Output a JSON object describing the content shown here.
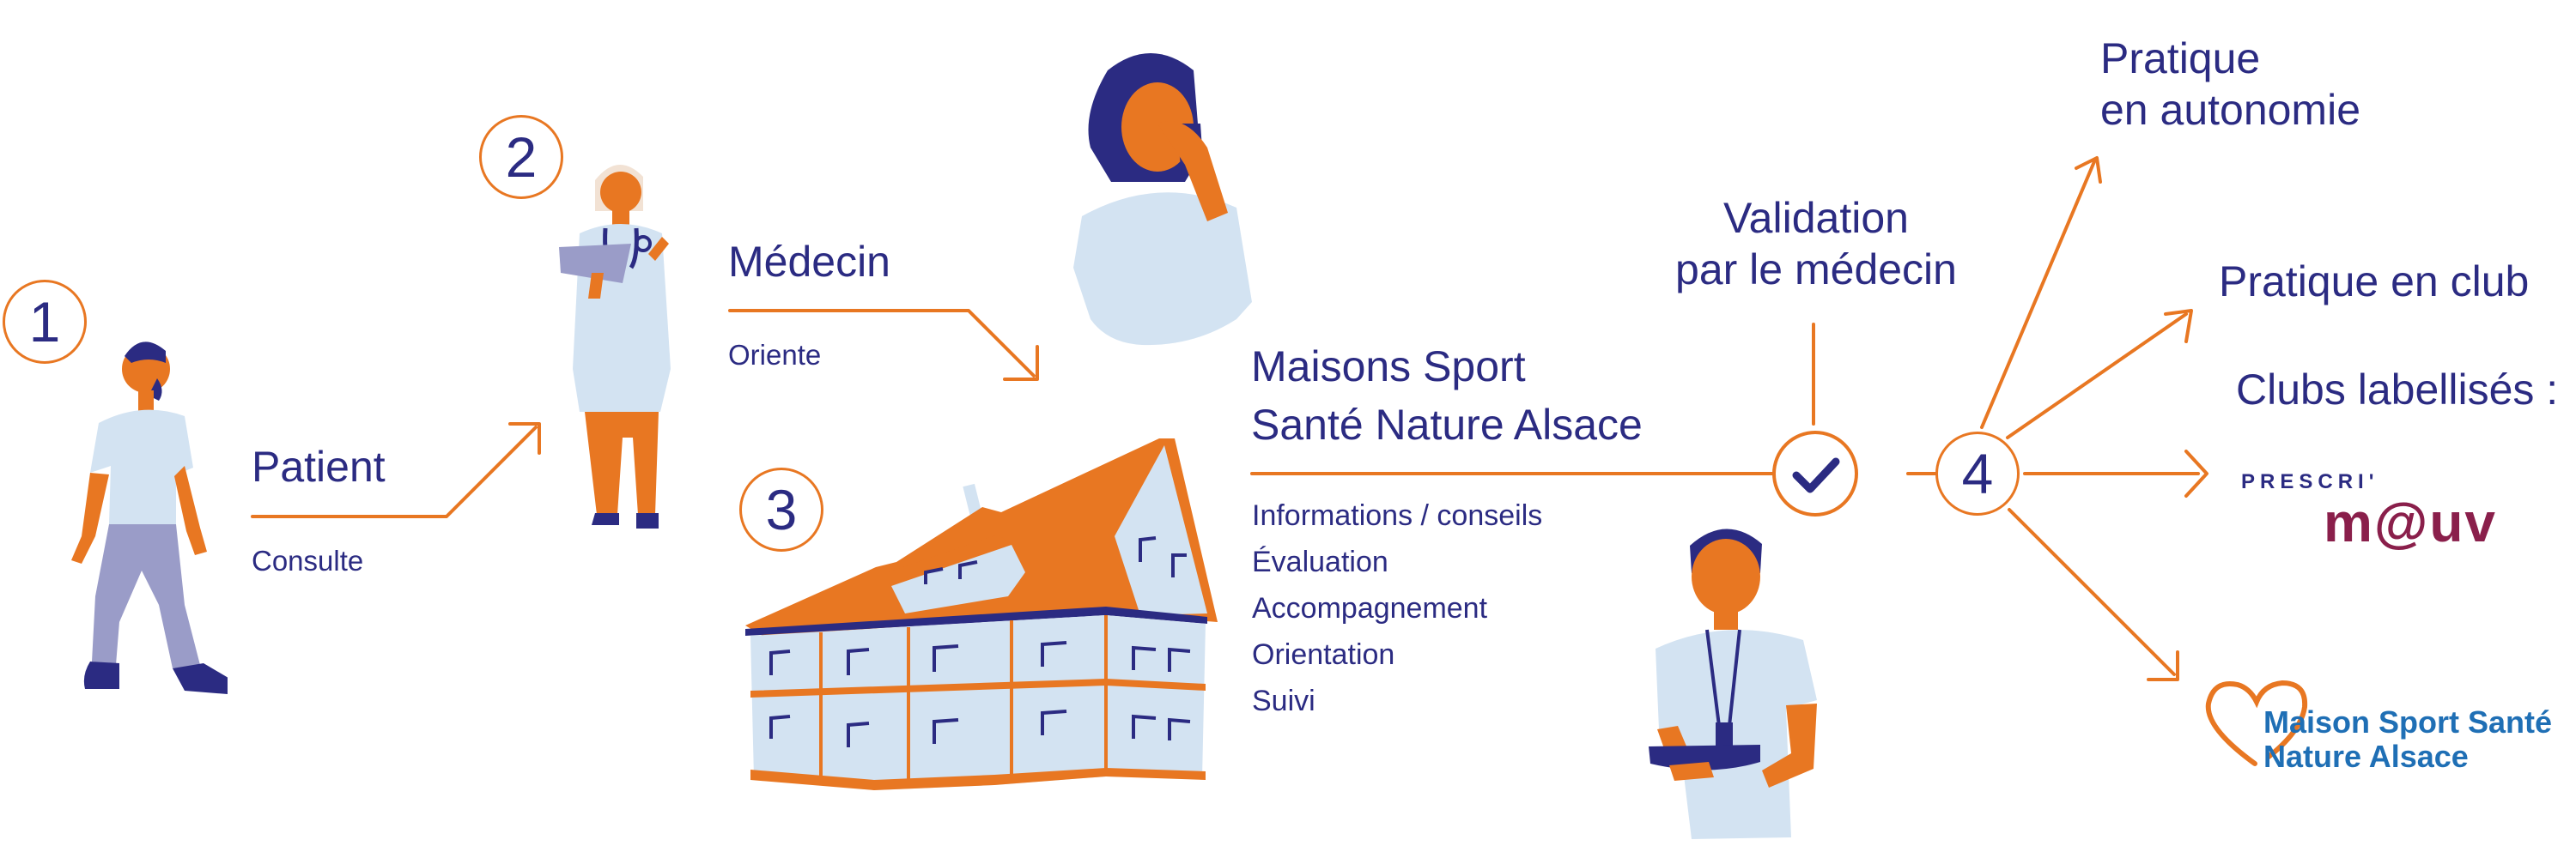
{
  "steps": {
    "patient": {
      "number": "1",
      "title": "Patient",
      "action": "Consulte"
    },
    "doctor": {
      "number": "2",
      "title": "Médecin",
      "action": "Oriente"
    },
    "house": {
      "number": "3",
      "title_line1": "Maisons Sport",
      "title_line2": "Santé Nature Alsace",
      "services": [
        "Informations / conseils",
        "Évaluation",
        "Accompagnement",
        "Orientation",
        "Suivi"
      ]
    },
    "outcomes": {
      "number": "4",
      "validation_line1": "Validation",
      "validation_line2": "par le médecin",
      "autonomy_line1": "Pratique",
      "autonomy_line2": "en autonomie",
      "club": "Pratique en club",
      "labelled": "Clubs labellisés :"
    }
  },
  "logos": {
    "prescrimouv_top": "PRESCRI'",
    "prescrimouv_bottom": "m@uv",
    "mssna_line1": "Maison Sport Santé",
    "mssna_line2": "Nature Alsace"
  },
  "icons": [
    "walking-man-icon",
    "doctor-icon",
    "phone-woman-icon",
    "house-building-icon",
    "coach-tablet-icon",
    "checkmark-icon",
    "heart-icon"
  ],
  "colors": {
    "orange": "#e87722",
    "navy": "#2b2b82",
    "light_blue": "#d3e3f2",
    "lavender": "#9a9cc8",
    "mssna_blue": "#1f6fb5",
    "mouv_burgundy": "#8a1f4b",
    "mouv_green": "#9fbe3a"
  }
}
